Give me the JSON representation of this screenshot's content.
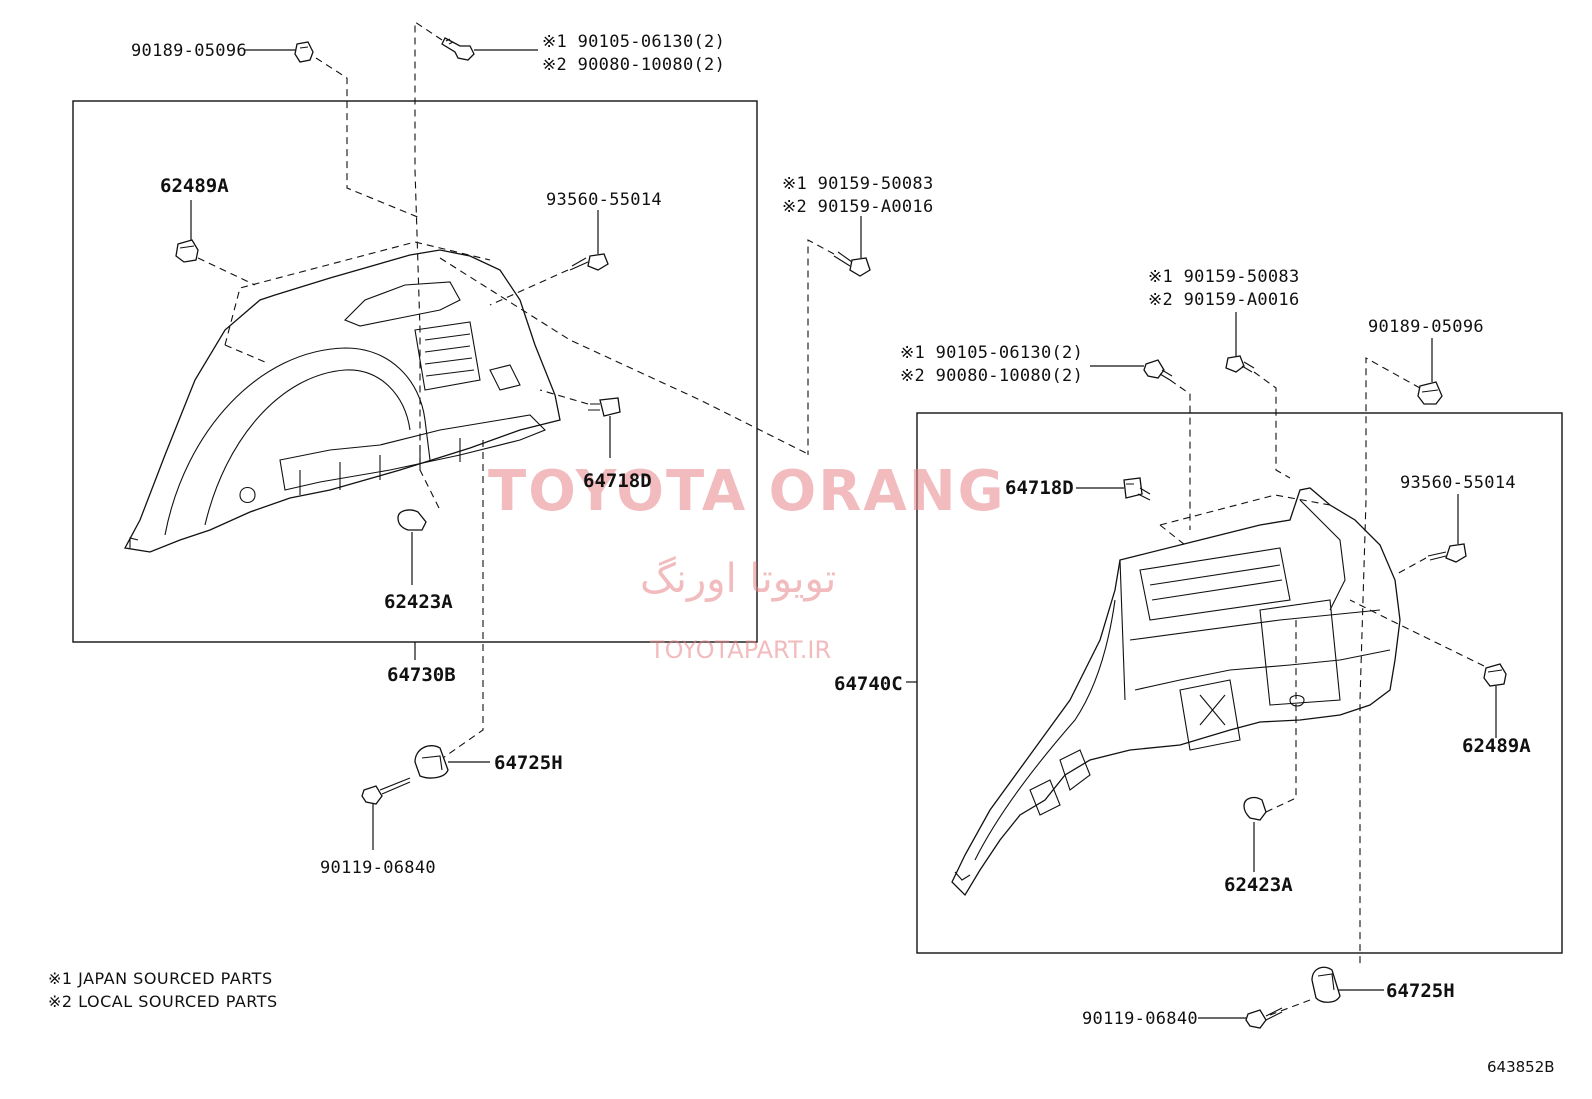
{
  "diagram": {
    "left_assembly": {
      "assembly_part": "64730B",
      "labels": {
        "clip_top": "90189-05096",
        "bolt_top_line1": "※1 90105-06130(2)",
        "bolt_top_line2": "※2 90080-10080(2)",
        "clip_a": "62489A",
        "screw": "93560-55014",
        "hook": "64718D",
        "cover": "62423A",
        "bracket": "64725H",
        "bolt_bottom": "90119-06840"
      }
    },
    "middle_screw": {
      "line1": "※1 90159-50083",
      "line2": "※2 90159-A0016"
    },
    "right_assembly": {
      "assembly_part": "64740C",
      "labels": {
        "screw_line1": "※1 90159-50083",
        "screw_line2": "※2 90159-A0016",
        "bolt_line1": "※1 90105-06130(2)",
        "bolt_line2": "※2 90080-10080(2)",
        "clip_top": "90189-05096",
        "hook": "64718D",
        "screw": "93560-55014",
        "clip_a": "62489A",
        "cover": "62423A",
        "bracket": "64725H",
        "bolt_bottom": "90119-06840"
      }
    },
    "notes": [
      "※1  JAPAN SOURCED PARTS",
      "※2  LOCAL SOURCED PARTS"
    ],
    "diagram_code": "643852B",
    "watermark": {
      "brand": "TOYOTA ORANG",
      "persian": "تویوتا اورنگ",
      "url": "TOYOTAPART.IR"
    }
  }
}
